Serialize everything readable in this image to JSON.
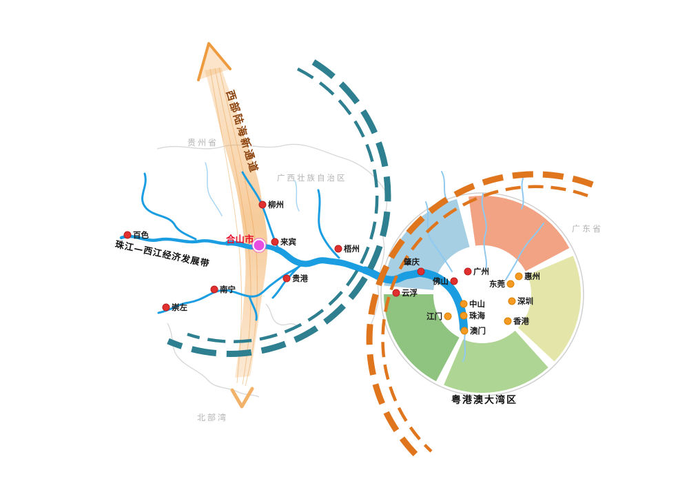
{
  "regions": {
    "guizhou": "贵州省",
    "guangxi": "广西壮族自治区",
    "guangdong": "广东省",
    "beibu_gulf": "北部湾"
  },
  "labels": {
    "corridor": "西部陆海新通道",
    "belt": "珠江—西江经济发展带",
    "heshan": "合山市",
    "bay_title": "粤港澳大湾区"
  },
  "cities_red": [
    {
      "label": "百色"
    },
    {
      "label": "柳州"
    },
    {
      "label": "来宾"
    },
    {
      "label": "南宁"
    },
    {
      "label": "崇左"
    },
    {
      "label": "贵港"
    },
    {
      "label": "梧州"
    },
    {
      "label": "云浮"
    },
    {
      "label": "肇庆"
    },
    {
      "label": "佛山"
    },
    {
      "label": "广州"
    }
  ],
  "cities_orange": [
    {
      "label": "东莞"
    },
    {
      "label": "惠州"
    },
    {
      "label": "深圳"
    },
    {
      "label": "香港"
    },
    {
      "label": "中山"
    },
    {
      "label": "珠海"
    },
    {
      "label": "江门"
    },
    {
      "label": "澳门"
    }
  ],
  "colors": {
    "river_blue": "#1B9DE2",
    "delta_blue": "#8FC9F0",
    "teal_arc": "#2E7F8F",
    "orange_arc": "#DF751C",
    "corridor_band": "#F0A860",
    "corridor_text": "#8C4510",
    "heshan_label_red": "#E8112D",
    "heshan_marker_magenta": "#E84FE0",
    "red_dot": "#E0302F",
    "orange_dot": "#F59A23",
    "bay_segments": [
      "#A6CFE3",
      "#F2A384",
      "#E3E6A8",
      "#AFD594",
      "#8FC380"
    ]
  }
}
